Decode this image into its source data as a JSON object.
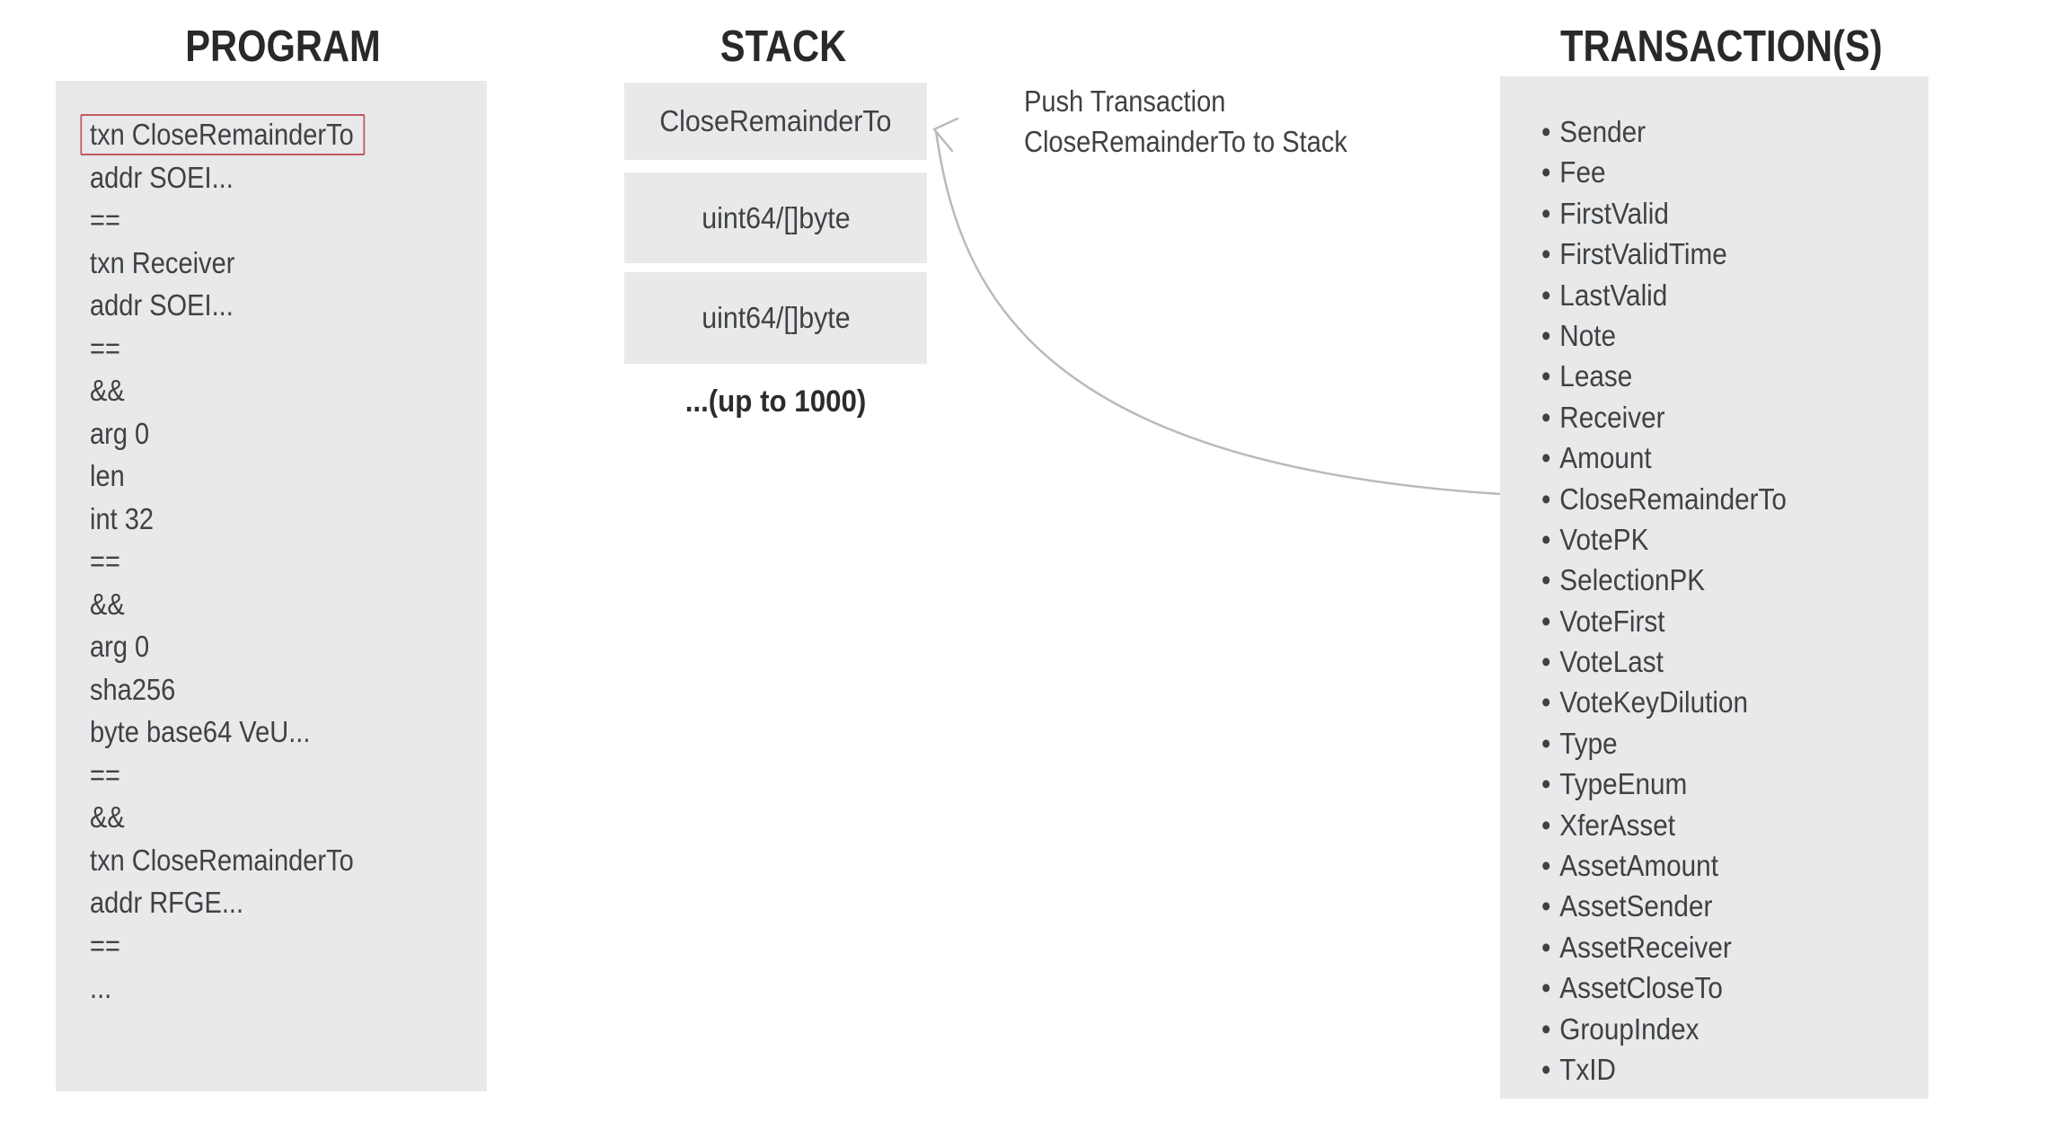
{
  "program": {
    "title": "PROGRAM",
    "lines": [
      {
        "text": "txn CloseRemainderTo",
        "highlight": true
      },
      {
        "text": "addr SOEI...",
        "highlight": false
      },
      {
        "text": "==",
        "highlight": false
      },
      {
        "text": "txn Receiver",
        "highlight": false
      },
      {
        "text": "addr SOEI...",
        "highlight": false
      },
      {
        "text": "==",
        "highlight": false
      },
      {
        "text": "&&",
        "highlight": false
      },
      {
        "text": "arg 0",
        "highlight": false
      },
      {
        "text": "len",
        "highlight": false
      },
      {
        "text": "int 32",
        "highlight": false
      },
      {
        "text": "==",
        "highlight": false
      },
      {
        "text": "&&",
        "highlight": false
      },
      {
        "text": "arg 0",
        "highlight": false
      },
      {
        "text": "sha256",
        "highlight": false
      },
      {
        "text": "byte base64 VeU...",
        "highlight": false
      },
      {
        "text": "==",
        "highlight": false
      },
      {
        "text": "&&",
        "highlight": false
      },
      {
        "text": "txn CloseRemainderTo",
        "highlight": false
      },
      {
        "text": "addr RFGE...",
        "highlight": false
      },
      {
        "text": "==",
        "highlight": false
      },
      {
        "text": "...",
        "highlight": false
      }
    ]
  },
  "stack": {
    "title": "STACK",
    "boxes": [
      "CloseRemainderTo",
      "uint64/[]byte",
      "uint64/[]byte"
    ],
    "note": "...(up to 1000)"
  },
  "annotation": {
    "line1": "Push Transaction",
    "line2": "CloseRemainderTo to Stack"
  },
  "transactions": {
    "title": "TRANSACTION(S)",
    "items": [
      "Sender",
      "Fee",
      "FirstValid",
      "FirstValidTime",
      "LastValid",
      "Note",
      "Lease",
      "Receiver",
      "Amount",
      "CloseRemainderTo",
      "VotePK",
      "SelectionPK",
      "VoteFirst",
      "VoteLast",
      "VoteKeyDilution",
      "Type",
      "TypeEnum",
      "XferAsset",
      "AssetAmount",
      "AssetSender",
      "AssetReceiver",
      "AssetCloseTo",
      "GroupIndex",
      "TxID"
    ]
  },
  "colors": {
    "background": "#ffffff",
    "panel": "#e8e9eb",
    "text": "#3f4143",
    "title": "#28292b",
    "highlight_red": "#bf5a5e",
    "arrow": "#b9babc"
  }
}
